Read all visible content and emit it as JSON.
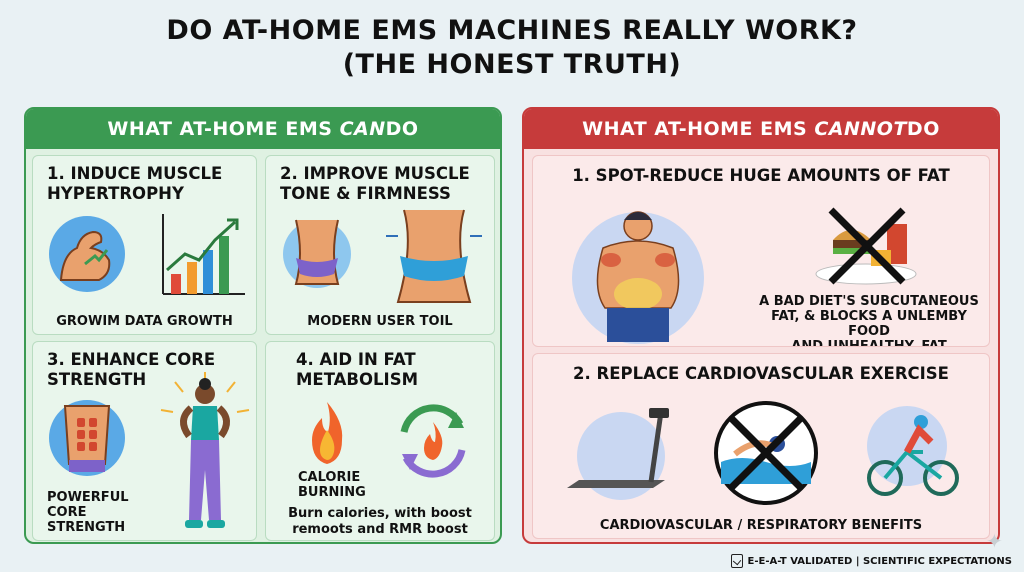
{
  "title": {
    "line1": "DO AT-HOME EMS MACHINES REALLY WORK?",
    "line2": "(THE HONEST TRUTH)"
  },
  "can": {
    "head_pre": "WHAT AT-HOME EMS ",
    "head_em": "CAN",
    "head_post": " DO",
    "cells": [
      {
        "title_l1": "1. INDUCE MUSCLE",
        "title_l2": "HYPERTROPHY",
        "caption": "GROWIM DATA GROWTH"
      },
      {
        "title_l1": "2. IMPROVE MUSCLE",
        "title_l2": "TONE & FIRMNESS",
        "caption": "MODERN USER TOIL"
      },
      {
        "title_l1": "3. ENHANCE CORE",
        "title_l2": "STRENGTH",
        "caption_l1": "POWERFUL",
        "caption_l2": "CORE",
        "caption_l3": "STRENGTH"
      },
      {
        "title_l1": "4. AID IN FAT",
        "title_l2": "METABOLISM",
        "caption_l1": "CALORIE",
        "caption_l2": "BURNING",
        "note_l1": "Burn calories, with boost",
        "note_l2": "remoots and RMR boost"
      }
    ]
  },
  "cannot": {
    "head_pre": "WHAT AT-HOME EMS ",
    "head_em": "CANNOT",
    "head_post": " DO",
    "cells": [
      {
        "title": "1. SPOT-REDUCE HUGE AMOUNTS OF FAT",
        "caption_l1": "A BAD DIET'S SUBCUTANEOUS",
        "caption_l2": "FAT, & BLOCKS A UNLEMBY FOOD",
        "caption_l3": "AND UNHEALTHY, FAT"
      },
      {
        "title": "2. REPLACE CARDIOVASCULAR EXERCISE",
        "caption": "CARDIOVASCULAR / RESPIRATORY BENEFITS"
      }
    ]
  },
  "footer": {
    "text": "E-E-A-T VALIDATED | SCIENTIFIC EXPECTATIONS"
  },
  "colors": {
    "green": "#3b9a52",
    "red": "#c63b3b",
    "skin": "#e9a16d",
    "purple": "#8a6bd1"
  }
}
